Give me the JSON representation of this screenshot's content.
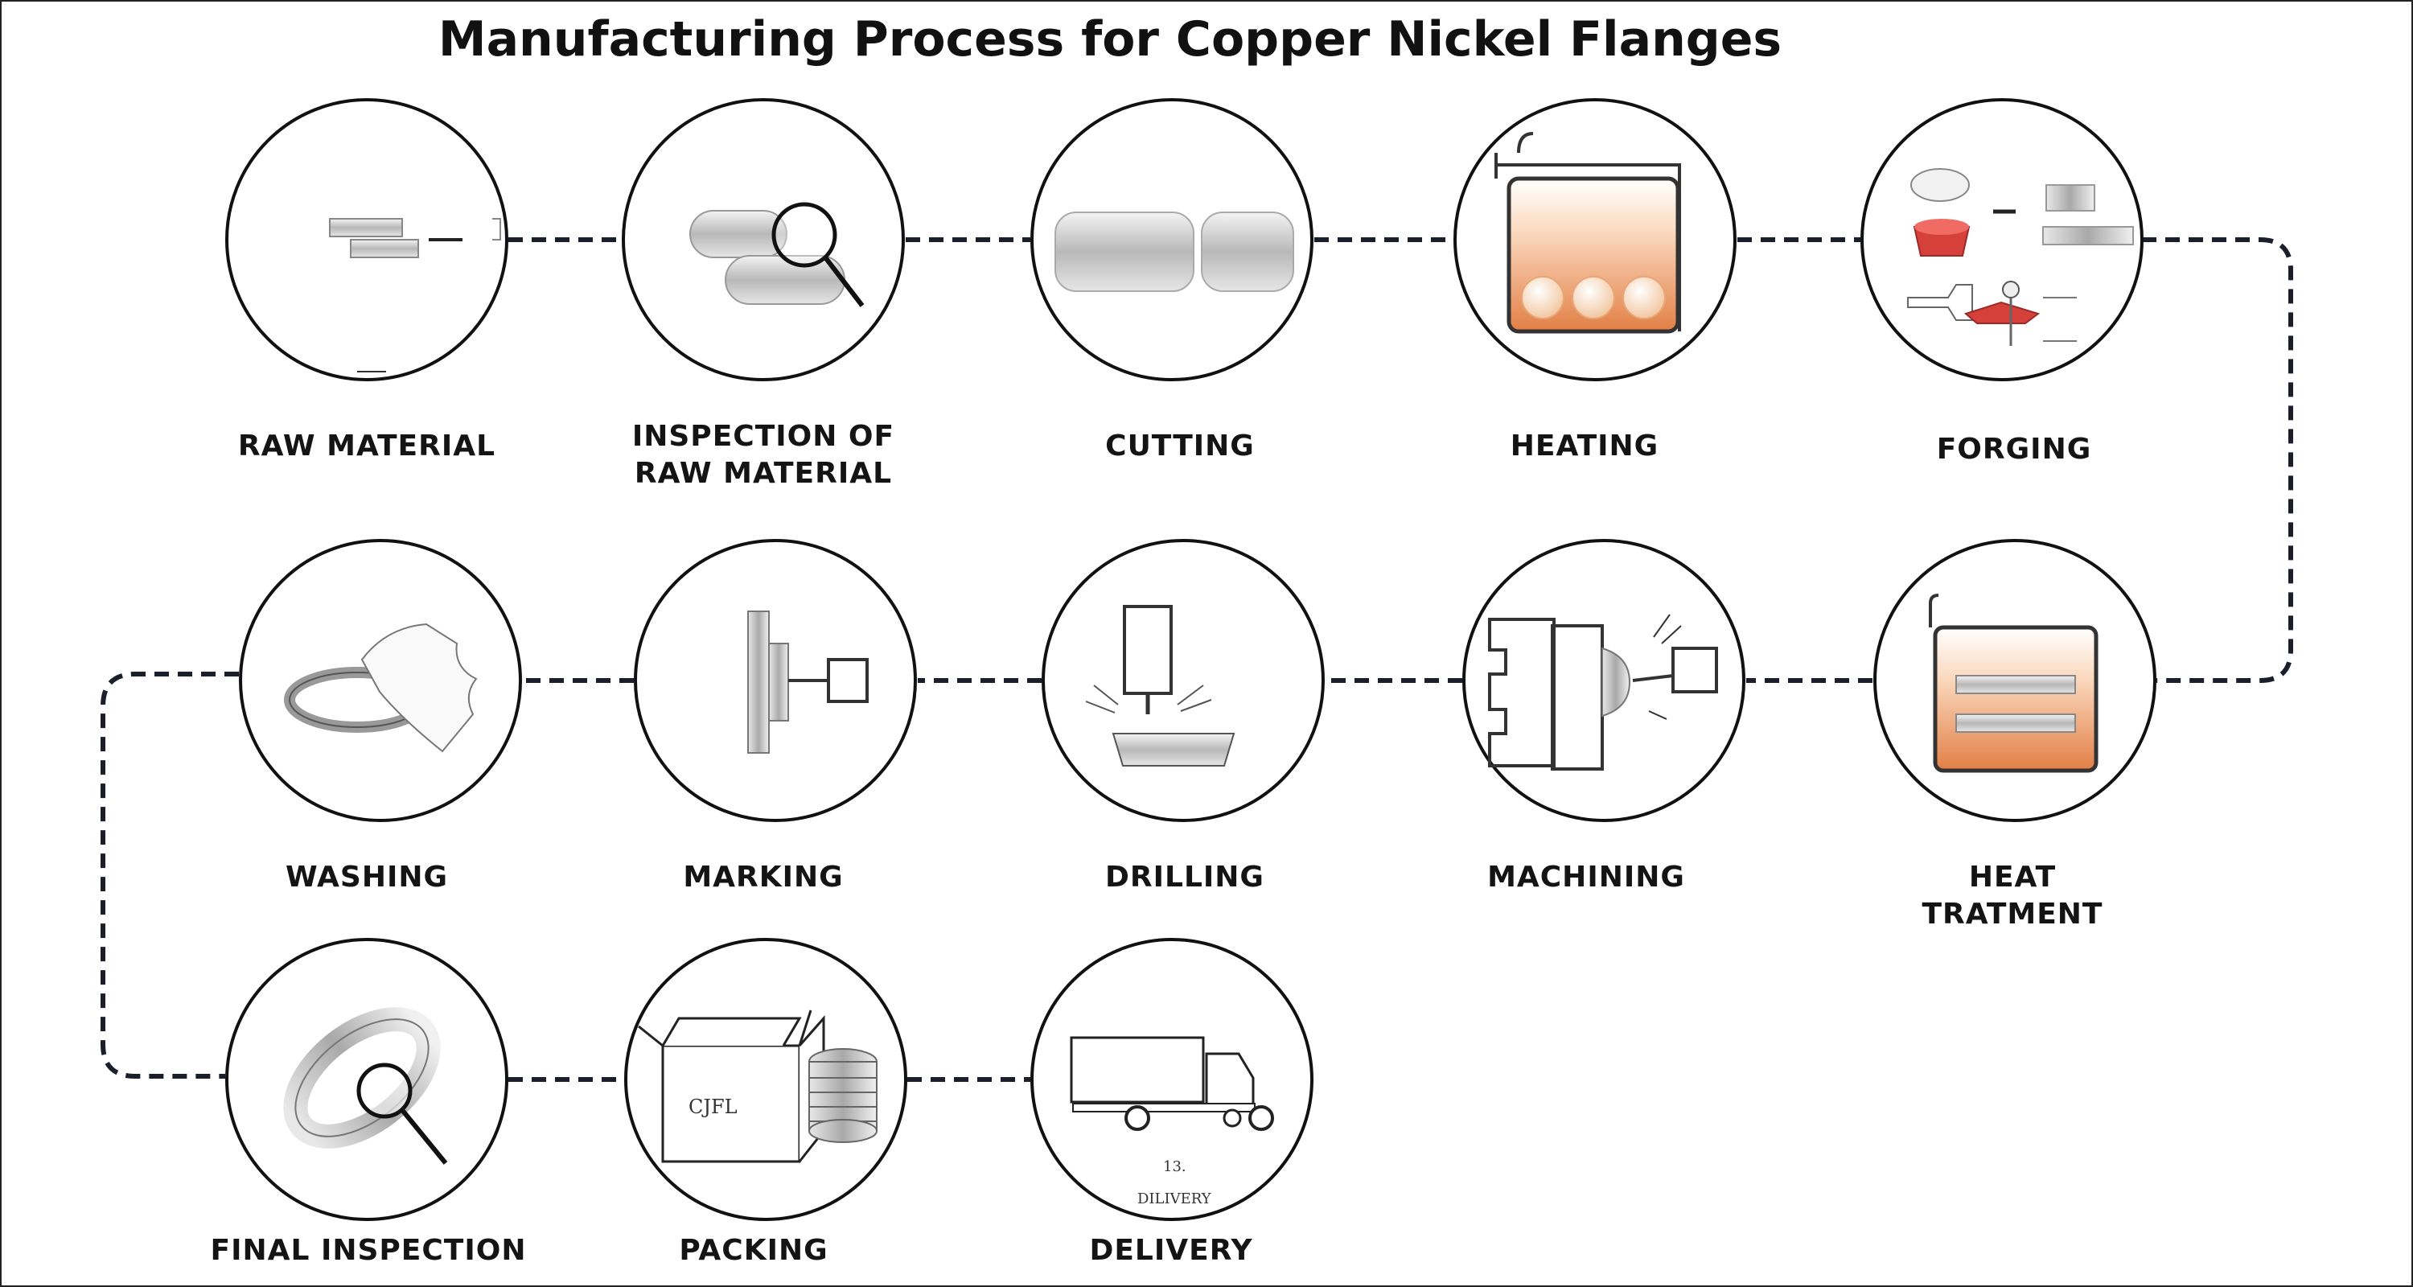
{
  "title": "Manufacturing Process for Copper Nickel  Flanges",
  "steps": [
    {
      "label": "RAW MATERIAL",
      "icon": "raw-material-bars-icon"
    },
    {
      "label": "INSPECTION OF RAW MATERIAL",
      "icon": "magnifier-on-bars-icon"
    },
    {
      "label": "CUTTING",
      "icon": "cut-billets-icon"
    },
    {
      "label": "HEATING",
      "icon": "furnace-icon"
    },
    {
      "label": "FORGING",
      "icon": "forging-press-icon"
    },
    {
      "label": "HEAT TRATMENT",
      "icon": "heat-treatment-furnace-icon"
    },
    {
      "label": "MACHINING",
      "icon": "lathe-icon"
    },
    {
      "label": "DRILLING",
      "icon": "drill-press-icon"
    },
    {
      "label": "MARKING",
      "icon": "marking-stamp-icon"
    },
    {
      "label": "WASHING",
      "icon": "washing-flange-icon"
    },
    {
      "label": "FINAL INSPECTION",
      "icon": "flange-magnifier-icon"
    },
    {
      "label": "PACKING",
      "icon": "box-and-flanges-icon"
    },
    {
      "label": "DELIVERY",
      "icon": "truck-icon"
    }
  ],
  "step_labels_lines": {
    "inspection_line1": "INSPECTION OF",
    "inspection_line2": "RAW MATERIAL",
    "heat_line1": "HEAT",
    "heat_line2": "TRATMENT"
  },
  "icon_text": {
    "box_print": "CJFL",
    "delivery_small_1": "13.",
    "delivery_small_2": "DILIVERY"
  },
  "colors": {
    "connector": "#1a1f2b",
    "circle": "#111111",
    "heat_orange": "#e8955d",
    "forging_red": "#d6403a",
    "metal": "#bdbdbd"
  }
}
